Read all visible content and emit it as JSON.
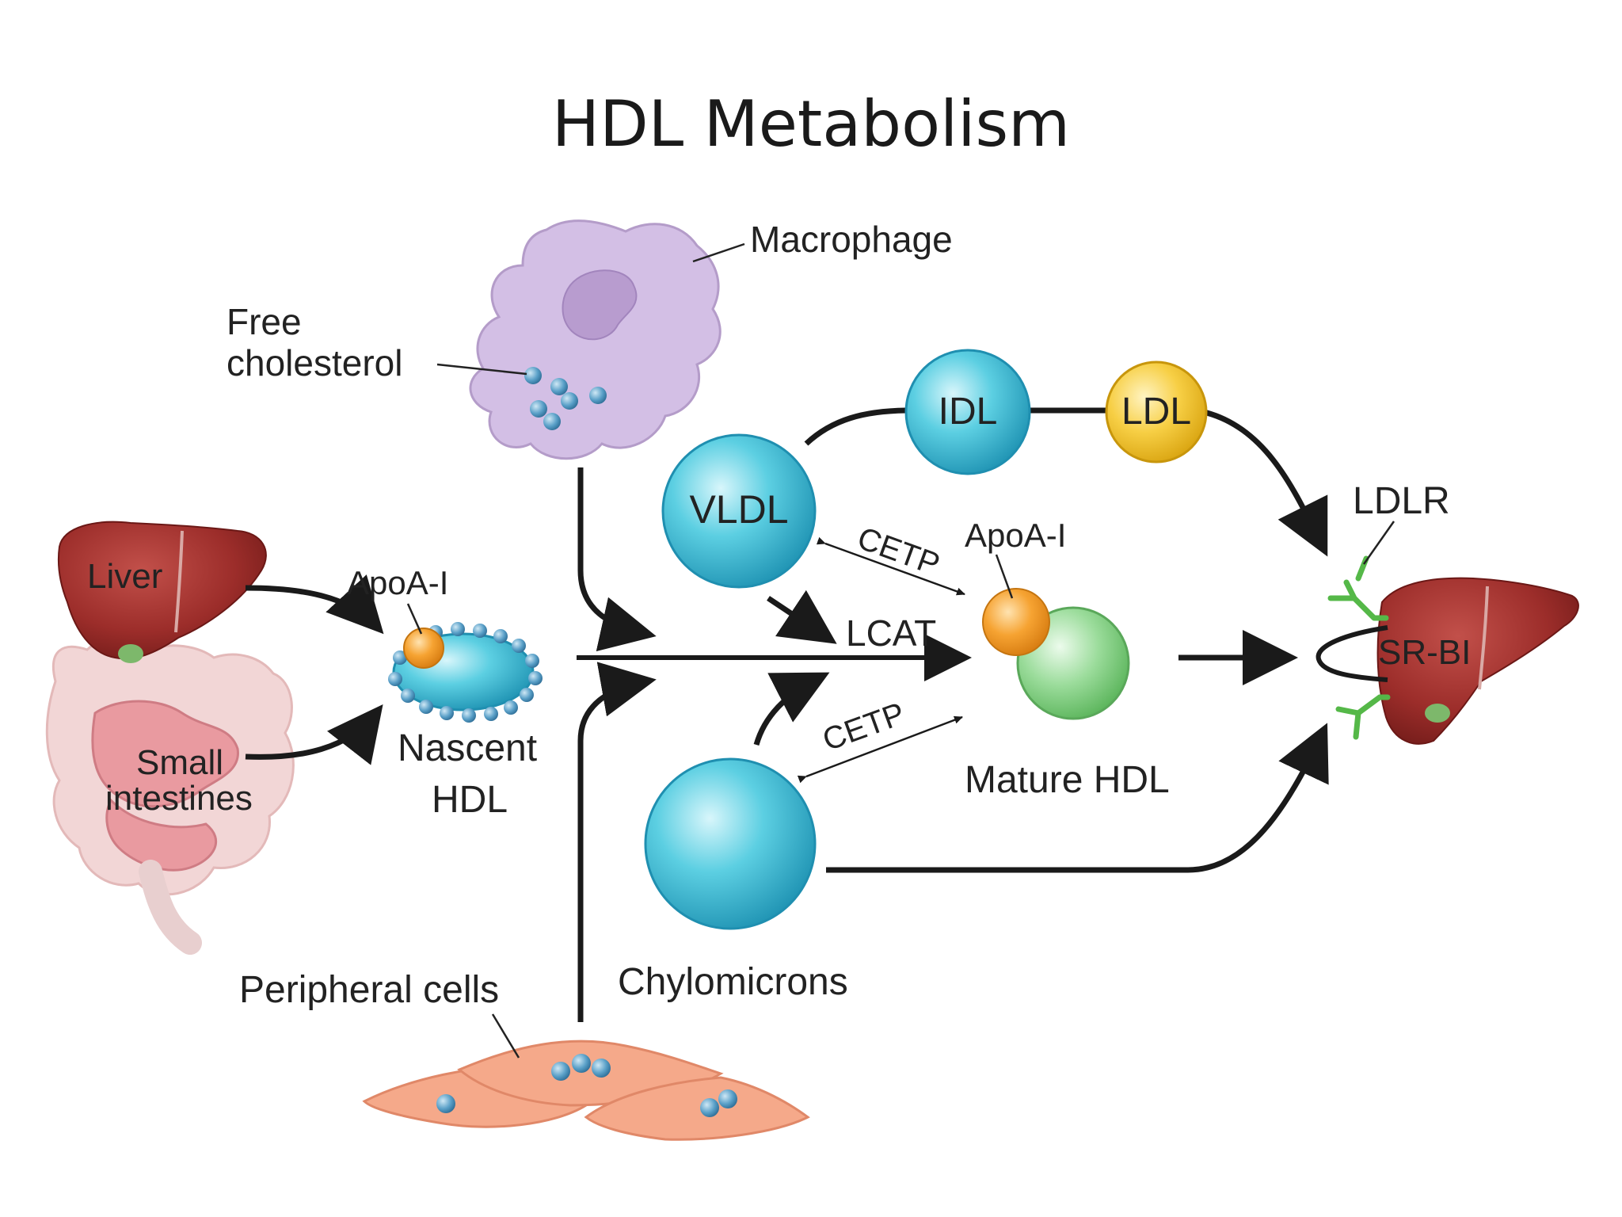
{
  "title": "HDL Metabolism",
  "labels": {
    "macrophage": "Macrophage",
    "free_cholesterol_1": "Free",
    "free_cholesterol_2": "cholesterol",
    "liver": "Liver",
    "small_intestines_1": "Small",
    "small_intestines_2": "intestines",
    "apoa1_nascent": "ApoA-I",
    "nascent_hdl_1": "Nascent",
    "nascent_hdl_2": "HDL",
    "vldl": "VLDL",
    "idl": "IDL",
    "ldl": "LDL",
    "ldlr": "LDLR",
    "cetp_top": "CETP",
    "cetp_bottom": "CETP",
    "lcat": "LCAT",
    "apoa1_mature": "ApoA-I",
    "mature_hdl": "Mature HDL",
    "sr_bi": "SR-BI",
    "chylomicrons": "Chylomicrons",
    "peripheral_cells": "Peripheral cells"
  },
  "colors": {
    "lipoprotein_blue": "#4fc6db",
    "ldl_yellow": "#f5c93a",
    "apoa_orange": "#f5a032",
    "hdl_green": "#8fd48f",
    "liver_red": "#9c2d2a",
    "macrophage_purple": "#c9b3dc",
    "peripheral_cell_salmon": "#f5a98a",
    "receptor_green": "#55b848",
    "arrow_black": "#1a1a1a"
  }
}
